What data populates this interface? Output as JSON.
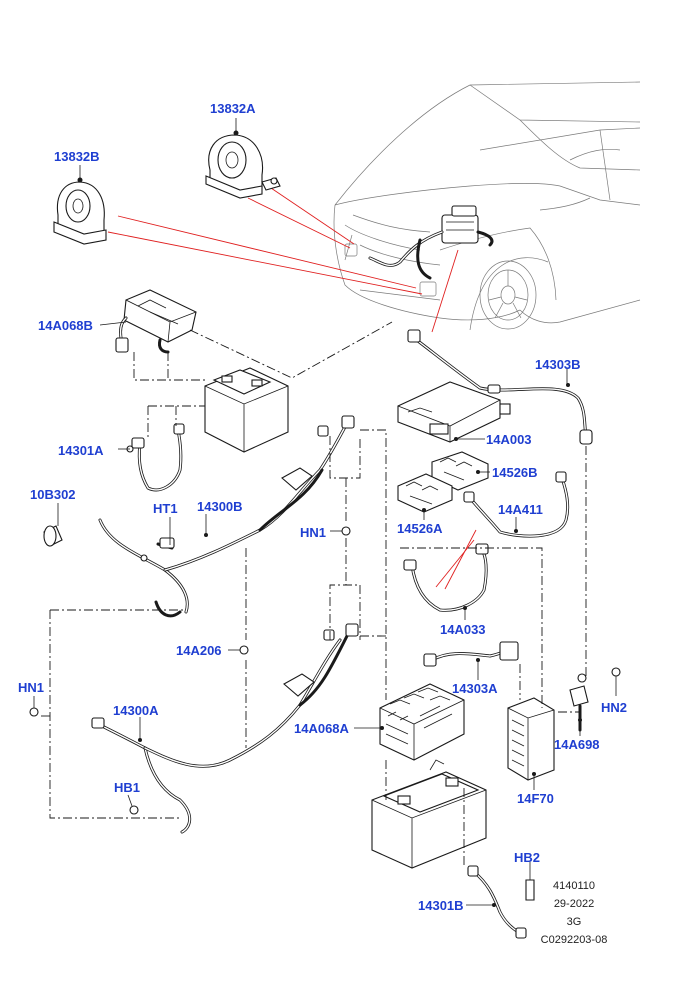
{
  "colors": {
    "label": "#1f3fd1",
    "callout_line": "#e02020",
    "ink": "#1a1a1a",
    "reference": "#222222"
  },
  "labels": [
    {
      "id": "13832A"
    },
    {
      "id": "13832B"
    },
    {
      "id": "14A068B"
    },
    {
      "id": "14303B"
    },
    {
      "id": "14A003"
    },
    {
      "id": "14301A"
    },
    {
      "id": "14526B"
    },
    {
      "id": "10B302"
    },
    {
      "id": "HT1"
    },
    {
      "id": "14300B"
    },
    {
      "id": "14A411"
    },
    {
      "id": "HN1",
      "instance": "upper"
    },
    {
      "id": "14526A"
    },
    {
      "id": "14A033"
    },
    {
      "id": "14A206"
    },
    {
      "id": "HN1",
      "instance": "left"
    },
    {
      "id": "14303A"
    },
    {
      "id": "HN2"
    },
    {
      "id": "14300A"
    },
    {
      "id": "14A068A"
    },
    {
      "id": "14A698"
    },
    {
      "id": "HB1"
    },
    {
      "id": "14F70"
    },
    {
      "id": "HB2"
    },
    {
      "id": "14301B"
    }
  ],
  "reference_block": {
    "lines": [
      "4140110",
      "29-2022",
      "3G",
      "C0292203-08"
    ]
  }
}
